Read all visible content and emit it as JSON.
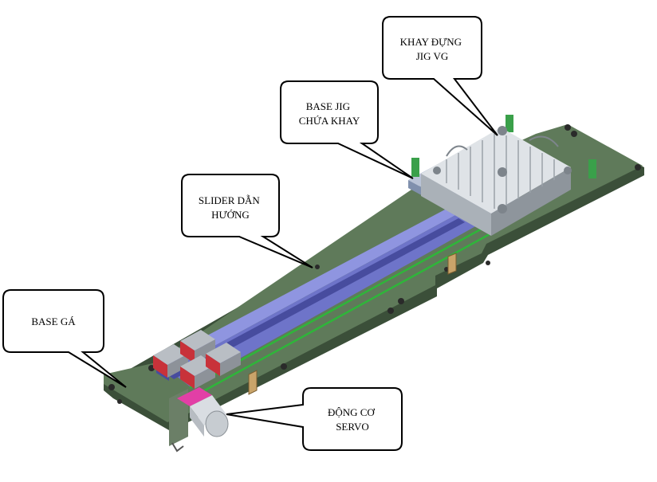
{
  "callouts": [
    {
      "id": "base-ga",
      "lines": [
        "BASE GÁ"
      ]
    },
    {
      "id": "slider",
      "lines": [
        "SLIDER DẪN",
        "HƯỚNG"
      ]
    },
    {
      "id": "base-jig",
      "lines": [
        "BASE JIG",
        "CHỨA KHAY"
      ]
    },
    {
      "id": "khay",
      "lines": [
        "KHAY ĐỰNG",
        "JIG VG"
      ]
    },
    {
      "id": "motor",
      "lines": [
        "ĐỘNG CƠ",
        "SERVO"
      ]
    }
  ],
  "colors": {
    "base_plate": "#5f7a5a",
    "base_plate_edge": "#3b4f39",
    "slider_rail": "#6e74c9",
    "slider_dark": "#474c9e",
    "green_line": "#2fb53a",
    "tray": "#d8dde2",
    "block_red": "#c8323a",
    "motor_pink": "#e23fa6"
  }
}
